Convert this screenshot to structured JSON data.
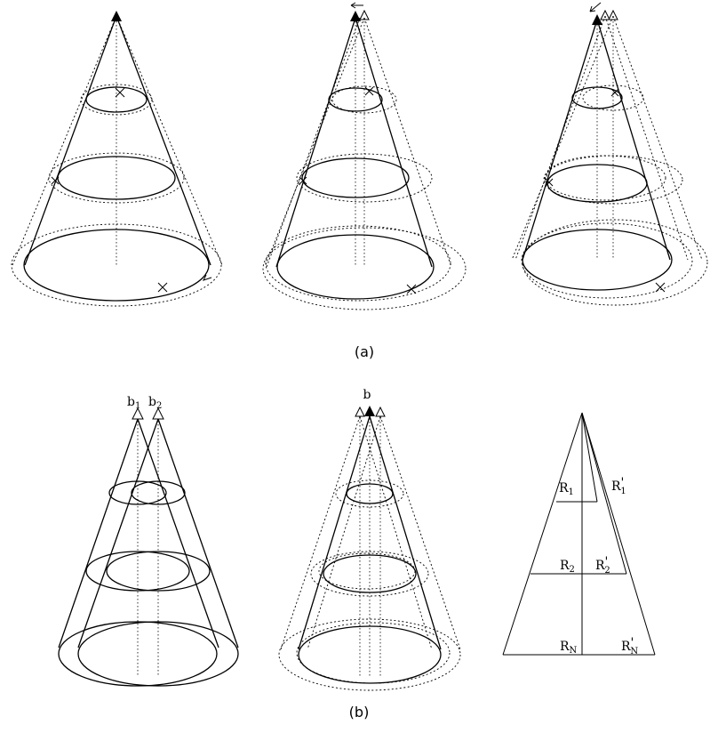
{
  "figure": {
    "caption_a": "(a)",
    "caption_b": "(b)",
    "panel_b1": {
      "beam1_label": "b",
      "beam1_sub": "1",
      "beam2_label": "b",
      "beam2_sub": "2"
    },
    "panel_b2": {
      "beam_label": "b"
    },
    "panel_b3": {
      "r1": "R",
      "r1_sub": "1",
      "r1p": "R",
      "r1p_mark": "'",
      "r1p_sub": "1",
      "r2": "R",
      "r2_sub": "2",
      "r2p": "R",
      "r2p_mark": "'",
      "r2p_sub": "2",
      "rn": "R",
      "rn_sub": "N",
      "rnp": "R",
      "rnp_mark": "'",
      "rnp_sub": "N"
    }
  }
}
